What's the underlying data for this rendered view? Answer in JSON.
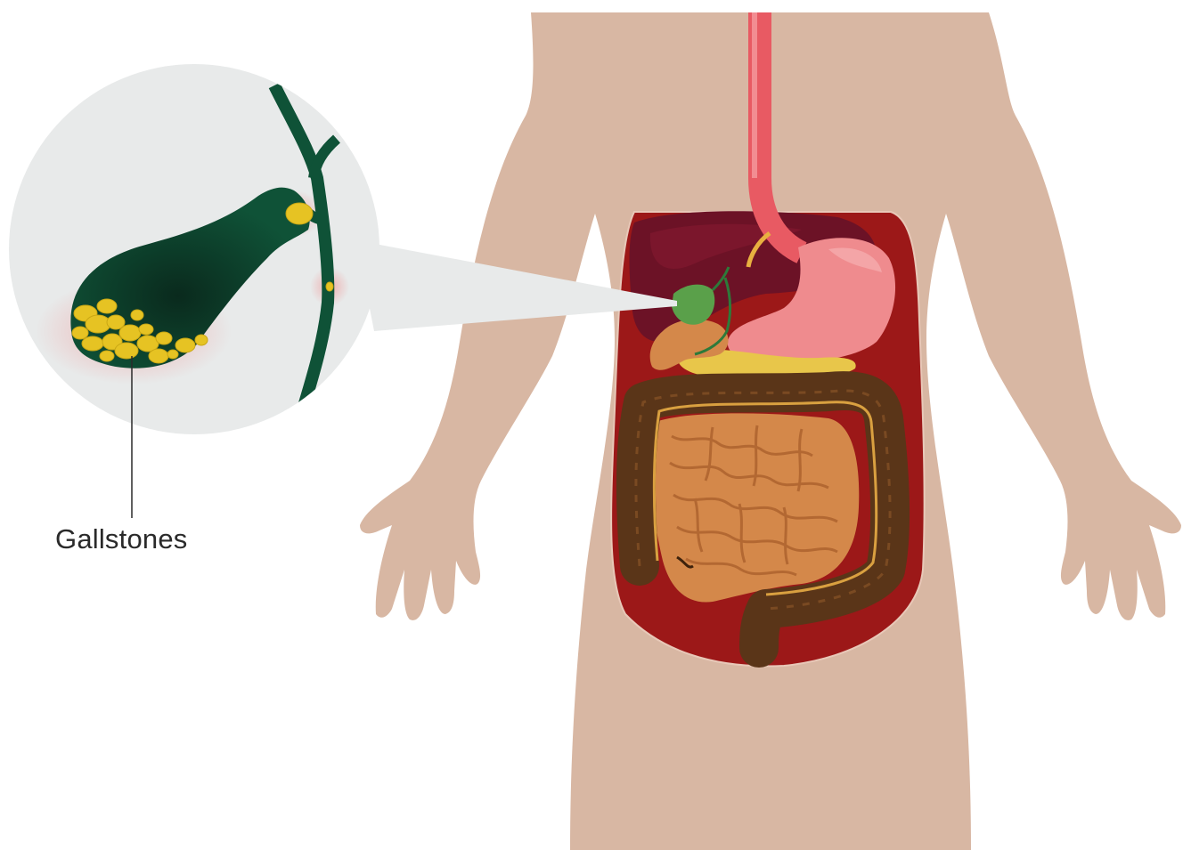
{
  "callout": {
    "label": "Gallstones"
  },
  "colors": {
    "skin": "#d8b7a3",
    "cavity": "#9c1818",
    "liver": "#6c1226",
    "stomach": "#ef8b8e",
    "esophagus": "#e85a63",
    "gallbladder": "#5aa04a",
    "bile_duct": "#0f5237",
    "stones": "#e6c323",
    "colon": "#5a3518",
    "small_intestine": "#d4884a",
    "pancreas": "#e8c64a",
    "zoom_circle": "#e8eaea"
  },
  "icons": {
    "body": "human-torso-illustration",
    "zoom": "gallbladder-magnifier"
  }
}
